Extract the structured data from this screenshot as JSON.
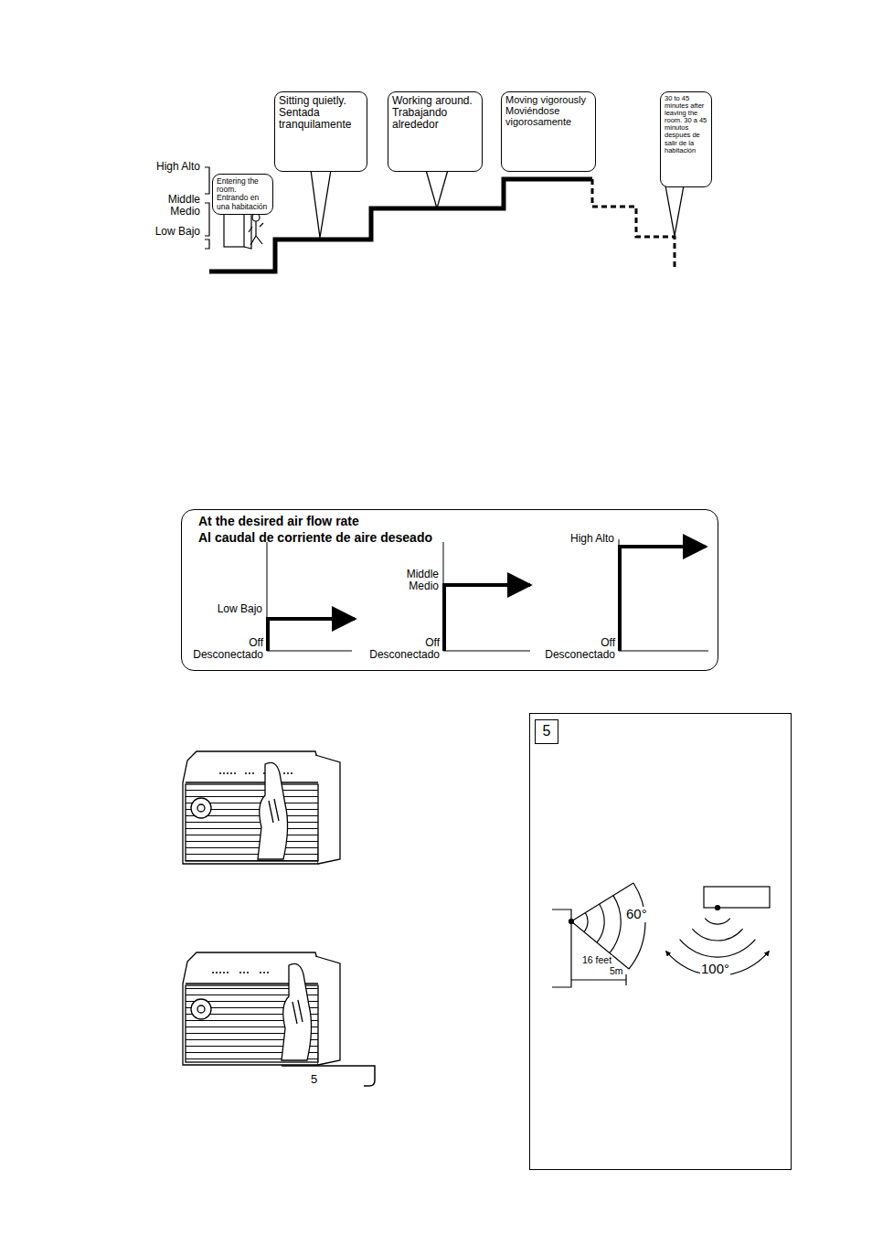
{
  "diagram": {
    "nodes": [
      {
        "text": [
          "Entering the room. Entrando en una habitación"
        ]
      },
      {
        "text": [
          "Sitting quietly. Sentada tranquilamente"
        ]
      },
      {
        "text": [
          "Working around. Trabajando alrededor"
        ]
      },
      {
        "text": [
          "Moving vigorously Moviéndose vigorosamente"
        ]
      },
      {
        "text": [
          "30 to 45 minutes after leaving the room. 30 a 45 minutos después de salir de la habitación"
        ]
      },
      {
        "text": [
          "At the desired air flow rate",
          "Al caudal de corriente de aire deseado"
        ]
      },
      {
        "text": [
          "5"
        ]
      }
    ],
    "edges": [],
    "labels": [
      "High Alto",
      "Middle Medio",
      "Low Bajo",
      "Low Bajo",
      "Off Desconectado",
      "Middle Medio",
      "Off Desconectado",
      "High Alto",
      "Off Desconectado",
      "60°",
      "16 feet",
      "5m",
      "100°",
      "5"
    ]
  }
}
